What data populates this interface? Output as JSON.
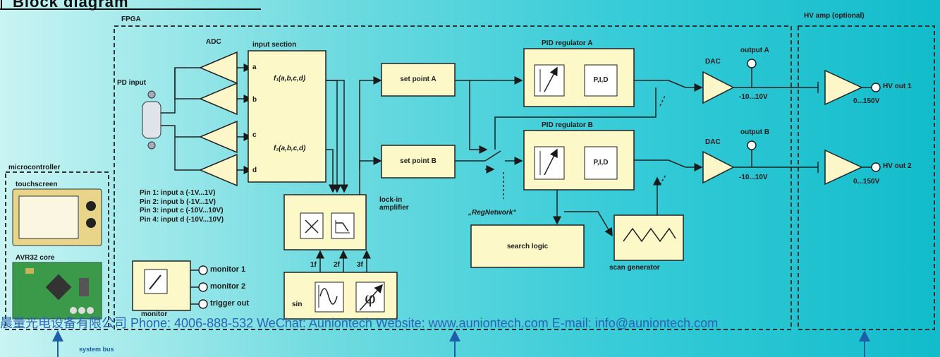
{
  "title": "Block diagram",
  "fpga": "FPGA",
  "hv_amp": "HV amp (optional)",
  "microcontroller": "microcontroller",
  "touchscreen": "touchscreen",
  "avr32": "AVR32 core",
  "monitor_label": "monitor",
  "monitors": [
    "monitor 1",
    "monitor 2",
    "trigger out"
  ],
  "adc": "ADC",
  "pd_input": "PD input",
  "input_section": "input section",
  "channels": [
    "a",
    "b",
    "c",
    "d"
  ],
  "func1": "f₁(a,b,c,d)",
  "func2": "f₂(a,b,c,d)",
  "pins": [
    "Pin 1: input a (-1V...1V)",
    "Pin 2: input b (-1V...1V)",
    "Pin 3: input c (-10V...10V)",
    "Pin 4: input d (-10V...10V)"
  ],
  "lockin": "lock-in amplifier",
  "harmonics": [
    "1f",
    "2f",
    "3f"
  ],
  "sin": "sin",
  "setpoint_a": "set point A",
  "setpoint_b": "set point B",
  "pid_a": "PID regulator A",
  "pid_b": "PID regulator B",
  "pid": "P,I,D",
  "regnetwork": "„RegNetwork“",
  "search_logic": "search logic",
  "scan_generator": "scan generator",
  "dac": "DAC",
  "output_a": "output A",
  "output_b": "output B",
  "dac_range": "-10...10V",
  "hv_out1": "HV out 1",
  "hv_out2": "HV out 2",
  "hv_range": "0...150V",
  "system_bus": "system bus",
  "footer": "晨量光电设备有限公司 Phone: 4006-888-532  WeChat: Auniontech  Website: www.auniontech.com  E-mail: info@auniontech.com"
}
